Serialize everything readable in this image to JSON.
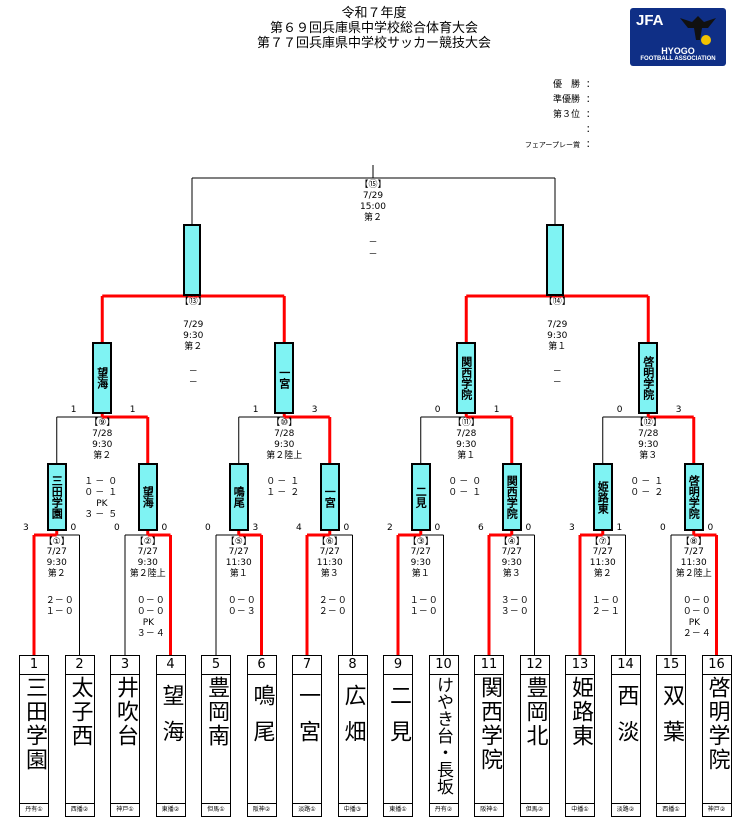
{
  "header": {
    "line1": "令和７年度",
    "line2": "第６９回兵庫県中学校総合体育大会",
    "line3": "第７７回兵庫県中学校サッカー競技大会"
  },
  "logo": {
    "jfa": "JFA",
    "name": "HYOGO",
    "assoc": "FOOTBALL ASSOCIATION"
  },
  "results": {
    "rows": [
      {
        "label": "優　勝",
        "colon": "："
      },
      {
        "label": "準優勝",
        "colon": "："
      },
      {
        "label": "第３位",
        "colon": "："
      },
      {
        "label": "",
        "colon": "："
      },
      {
        "label": "フェアープレー賞",
        "colon": "："
      }
    ]
  },
  "colors": {
    "win": "#ff0000",
    "normal": "#000000",
    "highlight": "#7ff3f3"
  },
  "teams": [
    {
      "no": "1",
      "name": "三田学園",
      "region": "丹有①"
    },
    {
      "no": "2",
      "name": "太子西",
      "region": "西播②"
    },
    {
      "no": "3",
      "name": "井吹台",
      "region": "神戸①"
    },
    {
      "no": "4",
      "name": "望海",
      "region": "東播②"
    },
    {
      "no": "5",
      "name": "豊岡南",
      "region": "但馬①"
    },
    {
      "no": "6",
      "name": "鳴尾",
      "region": "阪神②"
    },
    {
      "no": "7",
      "name": "一宮",
      "region": "淡路①"
    },
    {
      "no": "8",
      "name": "広畑",
      "region": "中播③"
    },
    {
      "no": "9",
      "name": "二見",
      "region": "東播①"
    },
    {
      "no": "10",
      "name": "けやき台・長坂",
      "region": "丹有②"
    },
    {
      "no": "11",
      "name": "関西学院",
      "region": "阪神①"
    },
    {
      "no": "12",
      "name": "豊岡北",
      "region": "但馬②"
    },
    {
      "no": "13",
      "name": "姫路東",
      "region": "中播①"
    },
    {
      "no": "14",
      "name": "西淡",
      "region": "淡路②"
    },
    {
      "no": "15",
      "name": "双葉",
      "region": "西播①"
    },
    {
      "no": "16",
      "name": "啓明学院",
      "region": "神戸②"
    }
  ],
  "r1": [
    {
      "no": "【①】",
      "date": "7/27",
      "time": "9:30",
      "venue": "第２",
      "sl": [
        "２",
        "１"
      ],
      "sr": [
        "０",
        "０"
      ],
      "pk": "",
      "pkl": "",
      "pkr": "",
      "tl": "3",
      "tr": "0"
    },
    {
      "no": "【②】",
      "date": "7/27",
      "time": "9:30",
      "venue": "第２陸上",
      "sl": [
        "０",
        "０"
      ],
      "sr": [
        "０",
        "０"
      ],
      "pk": "PK",
      "pkl": "３",
      "pkr": "４",
      "tl": "0",
      "tr": "0"
    },
    {
      "no": "【⑤】",
      "date": "7/27",
      "time": "11:30",
      "venue": "第１",
      "sl": [
        "０",
        "０"
      ],
      "sr": [
        "０",
        "３"
      ],
      "pk": "",
      "pkl": "",
      "pkr": "",
      "tl": "0",
      "tr": "3"
    },
    {
      "no": "【⑥】",
      "date": "7/27",
      "time": "11:30",
      "venue": "第３",
      "sl": [
        "２",
        "２"
      ],
      "sr": [
        "０",
        "０"
      ],
      "pk": "",
      "pkl": "",
      "pkr": "",
      "tl": "4",
      "tr": "0"
    },
    {
      "no": "【③】",
      "date": "7/27",
      "time": "9:30",
      "venue": "第１",
      "sl": [
        "１",
        "１"
      ],
      "sr": [
        "０",
        "０"
      ],
      "pk": "",
      "pkl": "",
      "pkr": "",
      "tl": "2",
      "tr": "0"
    },
    {
      "no": "【④】",
      "date": "7/27",
      "time": "9:30",
      "venue": "第３",
      "sl": [
        "３",
        "３"
      ],
      "sr": [
        "０",
        "０"
      ],
      "pk": "",
      "pkl": "",
      "pkr": "",
      "tl": "6",
      "tr": "0"
    },
    {
      "no": "【⑦】",
      "date": "7/27",
      "time": "11:30",
      "venue": "第２",
      "sl": [
        "１",
        "２"
      ],
      "sr": [
        "０",
        "１"
      ],
      "pk": "",
      "pkl": "",
      "pkr": "",
      "tl": "3",
      "tr": "1"
    },
    {
      "no": "【⑧】",
      "date": "7/27",
      "time": "11:30",
      "venue": "第２陸上",
      "sl": [
        "０",
        "０"
      ],
      "sr": [
        "０",
        "０"
      ],
      "pk": "PK",
      "pkl": "２",
      "pkr": "４",
      "tl": "0",
      "tr": "0"
    }
  ],
  "r2": [
    {
      "no": "【⑨】",
      "date": "7/28",
      "time": "9:30",
      "venue": "第２",
      "sl": [
        "１",
        "０"
      ],
      "sr": [
        "０",
        "１"
      ],
      "pk": "PK",
      "pkl": "３",
      "pkr": "５",
      "tl": "1",
      "tr": "1",
      "wl": "三田学園",
      "wr": "望海"
    },
    {
      "no": "【⑩】",
      "date": "7/28",
      "time": "9:30",
      "venue": "第２陸上",
      "sl": [
        "０",
        "１"
      ],
      "sr": [
        "１",
        "２"
      ],
      "pk": "",
      "pkl": "",
      "pkr": "",
      "tl": "1",
      "tr": "3",
      "wl": "鳴尾",
      "wr": "一宮"
    },
    {
      "no": "【⑪】",
      "date": "7/28",
      "time": "9:30",
      "venue": "第１",
      "sl": [
        "０",
        "０"
      ],
      "sr": [
        "０",
        "１"
      ],
      "pk": "",
      "pkl": "",
      "pkr": "",
      "tl": "0",
      "tr": "1",
      "wl": "二見",
      "wr": "関西学院"
    },
    {
      "no": "【⑫】",
      "date": "7/28",
      "time": "9:30",
      "venue": "第３",
      "sl": [
        "０",
        "０"
      ],
      "sr": [
        "１",
        "２"
      ],
      "pk": "",
      "pkl": "",
      "pkr": "",
      "tl": "0",
      "tr": "3",
      "wl": "姫路東",
      "wr": "啓明学院"
    }
  ],
  "r3": [
    {
      "no": "【⑬】",
      "date": "7/29",
      "time": "9:30",
      "venue": "第２",
      "sl": [
        "－"
      ],
      "sr": [
        "－"
      ],
      "wl": "望海",
      "wr": "一宮"
    },
    {
      "no": "【⑭】",
      "date": "7/29",
      "time": "9:30",
      "venue": "第１",
      "sl": [
        "－"
      ],
      "sr": [
        "－"
      ],
      "wl": "関西学院",
      "wr": "啓明学院"
    }
  ],
  "final": {
    "no": "【⑮】",
    "date": "7/29",
    "time": "15:00",
    "venue": "第２",
    "dash1": "－",
    "dash2": "－"
  }
}
